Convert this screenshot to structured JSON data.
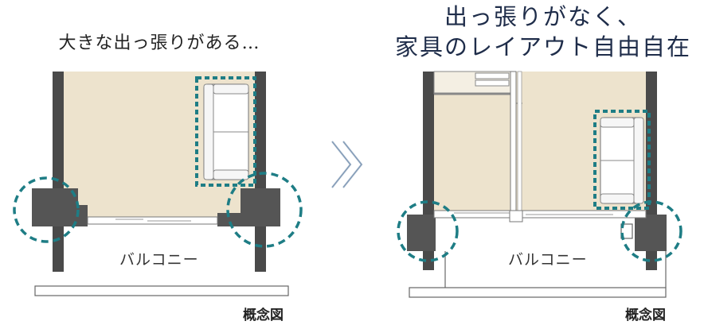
{
  "left": {
    "title": "大きな出っ張りがある…",
    "balcony_label": "バルコニー",
    "caption": "概念図"
  },
  "right": {
    "title_line1": "出っ張りがなく、",
    "title_line2": "家具のレイアウト自由自在",
    "balcony_label": "バルコニー",
    "caption": "概念図"
  },
  "colors": {
    "wall": "#4a4a4a",
    "pillar": "#555555",
    "floor": "#ede3cd",
    "highlight": "#1e7d85",
    "arrow": "#8aa1bb"
  }
}
